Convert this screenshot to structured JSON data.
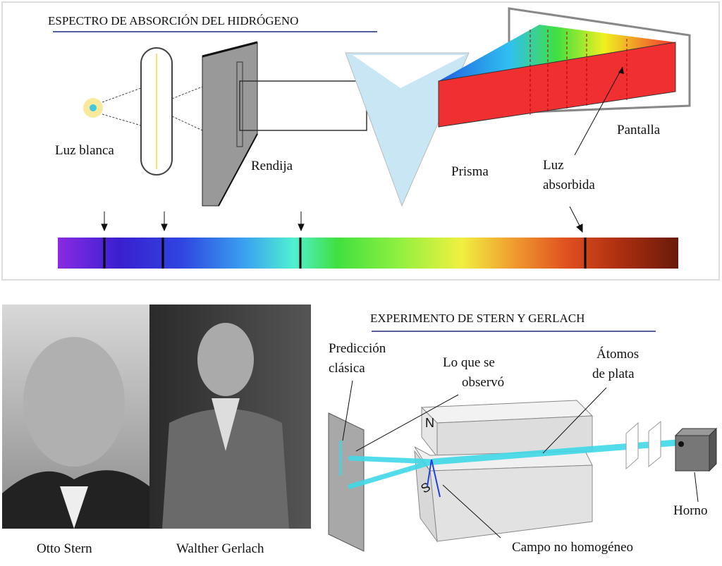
{
  "absorption_diagram": {
    "title": "ESPECTRO DE ABSORCIÓN DEL HIDRÓGENO",
    "labels": {
      "white_light": "Luz blanca",
      "slit": "Rendija",
      "prism": "Prisma",
      "screen": "Pantalla",
      "absorbed_light_line1": "Luz",
      "absorbed_light_line2": "absorbida"
    },
    "spectrum_colors": [
      "#8a2be2",
      "#3a1fd0",
      "#2f45e0",
      "#3aa0f0",
      "#50f0d0",
      "#40e040",
      "#90f040",
      "#f0f040",
      "#f0a030",
      "#e05020",
      "#b03010",
      "#6a1a0a"
    ]
  },
  "stern_gerlach": {
    "title": "EXPERIMENTO DE STERN Y GERLACH",
    "labels": {
      "classical_prediction_line1": "Predicción",
      "classical_prediction_line2": "clásica",
      "observed_line1": "Lo que se",
      "observed_line2": "observó",
      "silver_atoms_line1": "Átomos",
      "silver_atoms_line2": "de plata",
      "oven": "Horno",
      "field": "Campo no homogéneo",
      "north": "N",
      "south": "S"
    },
    "beam_color": "#40d8e8"
  },
  "portraits": {
    "left_caption": "Otto Stern",
    "right_caption": "Walther Gerlach"
  }
}
